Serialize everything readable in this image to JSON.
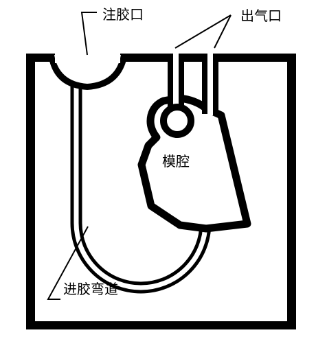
{
  "labels": {
    "injection_port": "注胶口",
    "vent_port": "出气口",
    "mold_cavity": "模腔",
    "curved_runner": "进胶弯道"
  },
  "colors": {
    "ink": "#000000",
    "paper": "#ffffff"
  }
}
